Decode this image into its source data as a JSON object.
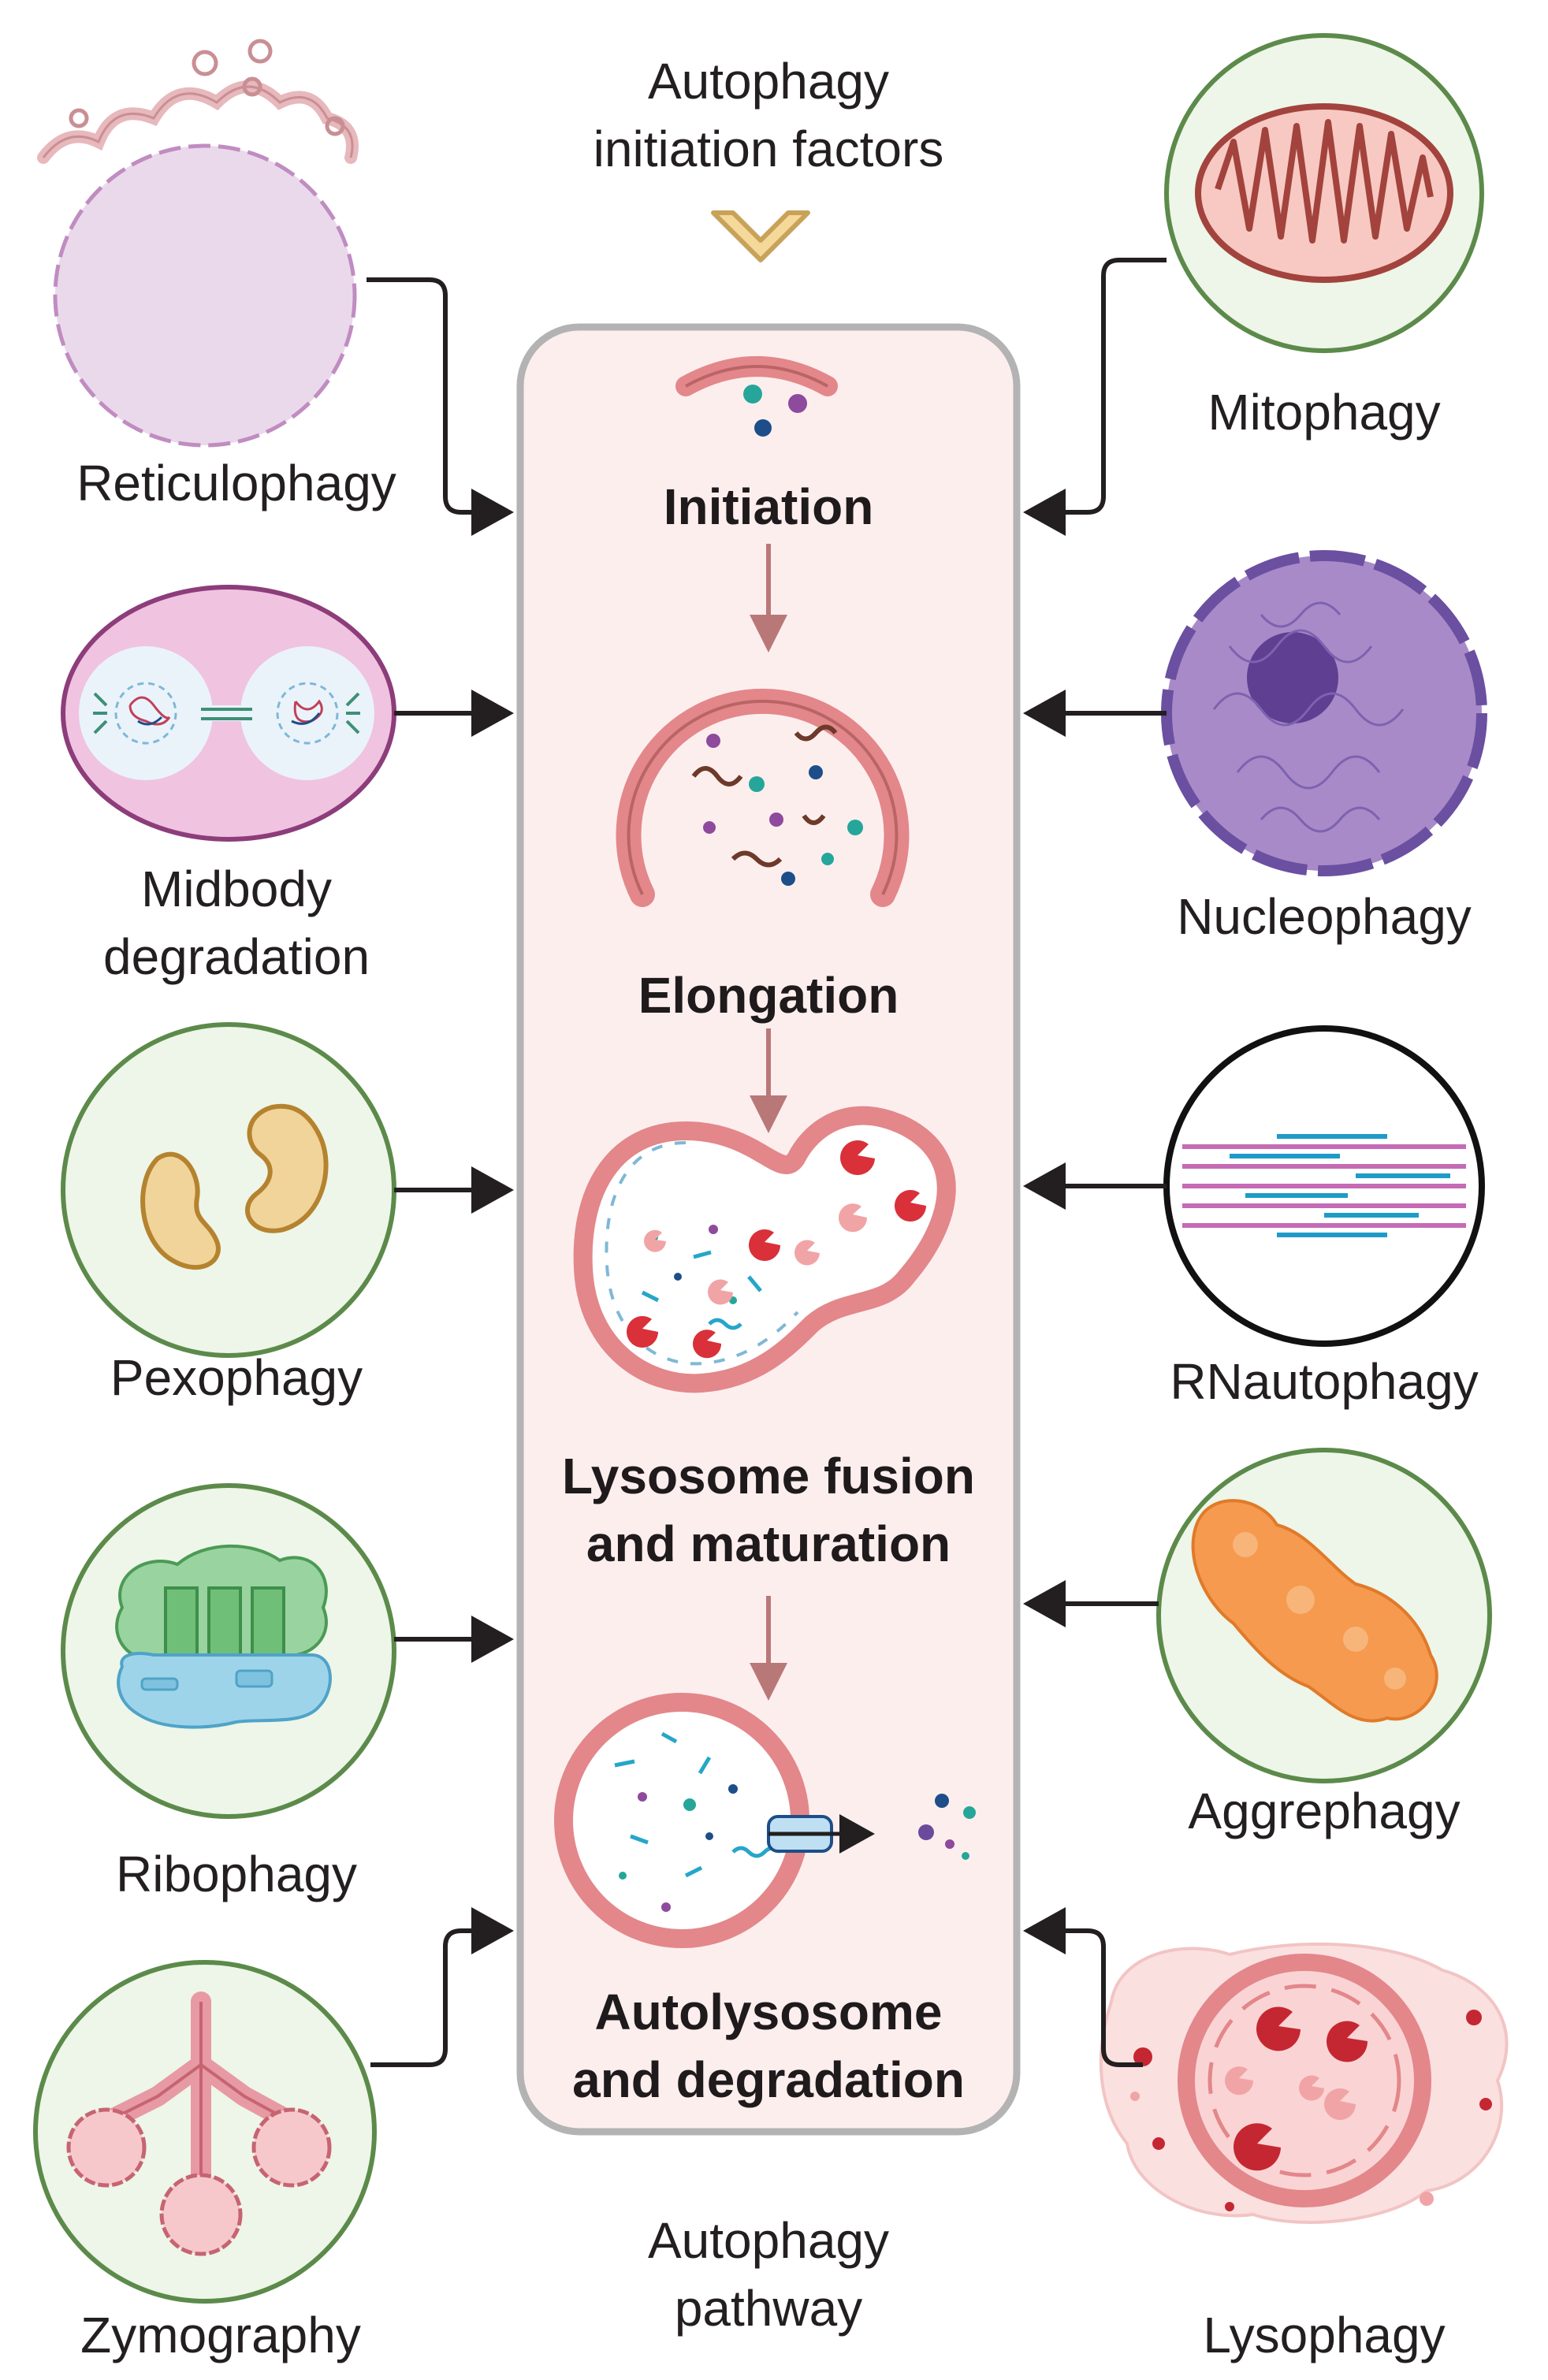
{
  "header": {
    "line1": "Autophagy",
    "line2": "initiation factors"
  },
  "footer": {
    "line1": "Autophagy",
    "line2": "pathway"
  },
  "stages": {
    "initiation": "Initiation",
    "elongation": "Elongation",
    "fusion_line1": "Lysosome fusion",
    "fusion_line2": "and maturation",
    "degradation_line1": "Autolysosome",
    "degradation_line2": "and degradation"
  },
  "left": {
    "reticulophagy": "Reticulophagy",
    "midbody_line1": "Midbody",
    "midbody_line2": "degradation",
    "pexophagy": "Pexophagy",
    "ribophagy": "Ribophagy",
    "zymography": "Zymography"
  },
  "right": {
    "mitophagy": "Mitophagy",
    "nucleophagy": "Nucleophagy",
    "rnautophagy": "RNautophagy",
    "aggrephagy": "Aggrephagy",
    "lysophagy": "Lysophagy"
  },
  "colors": {
    "pathway_fill": "#fdeeee",
    "pathway_border": "#b3b3b3",
    "membrane": "#e3878a",
    "membrane_dark": "#b96465",
    "organelle_border": "#5c8a4a",
    "organelle_fill": "#edf6e8",
    "arrow": "#231f20",
    "stage_arrow": "#b97878",
    "chevron": "#f5d99a"
  }
}
